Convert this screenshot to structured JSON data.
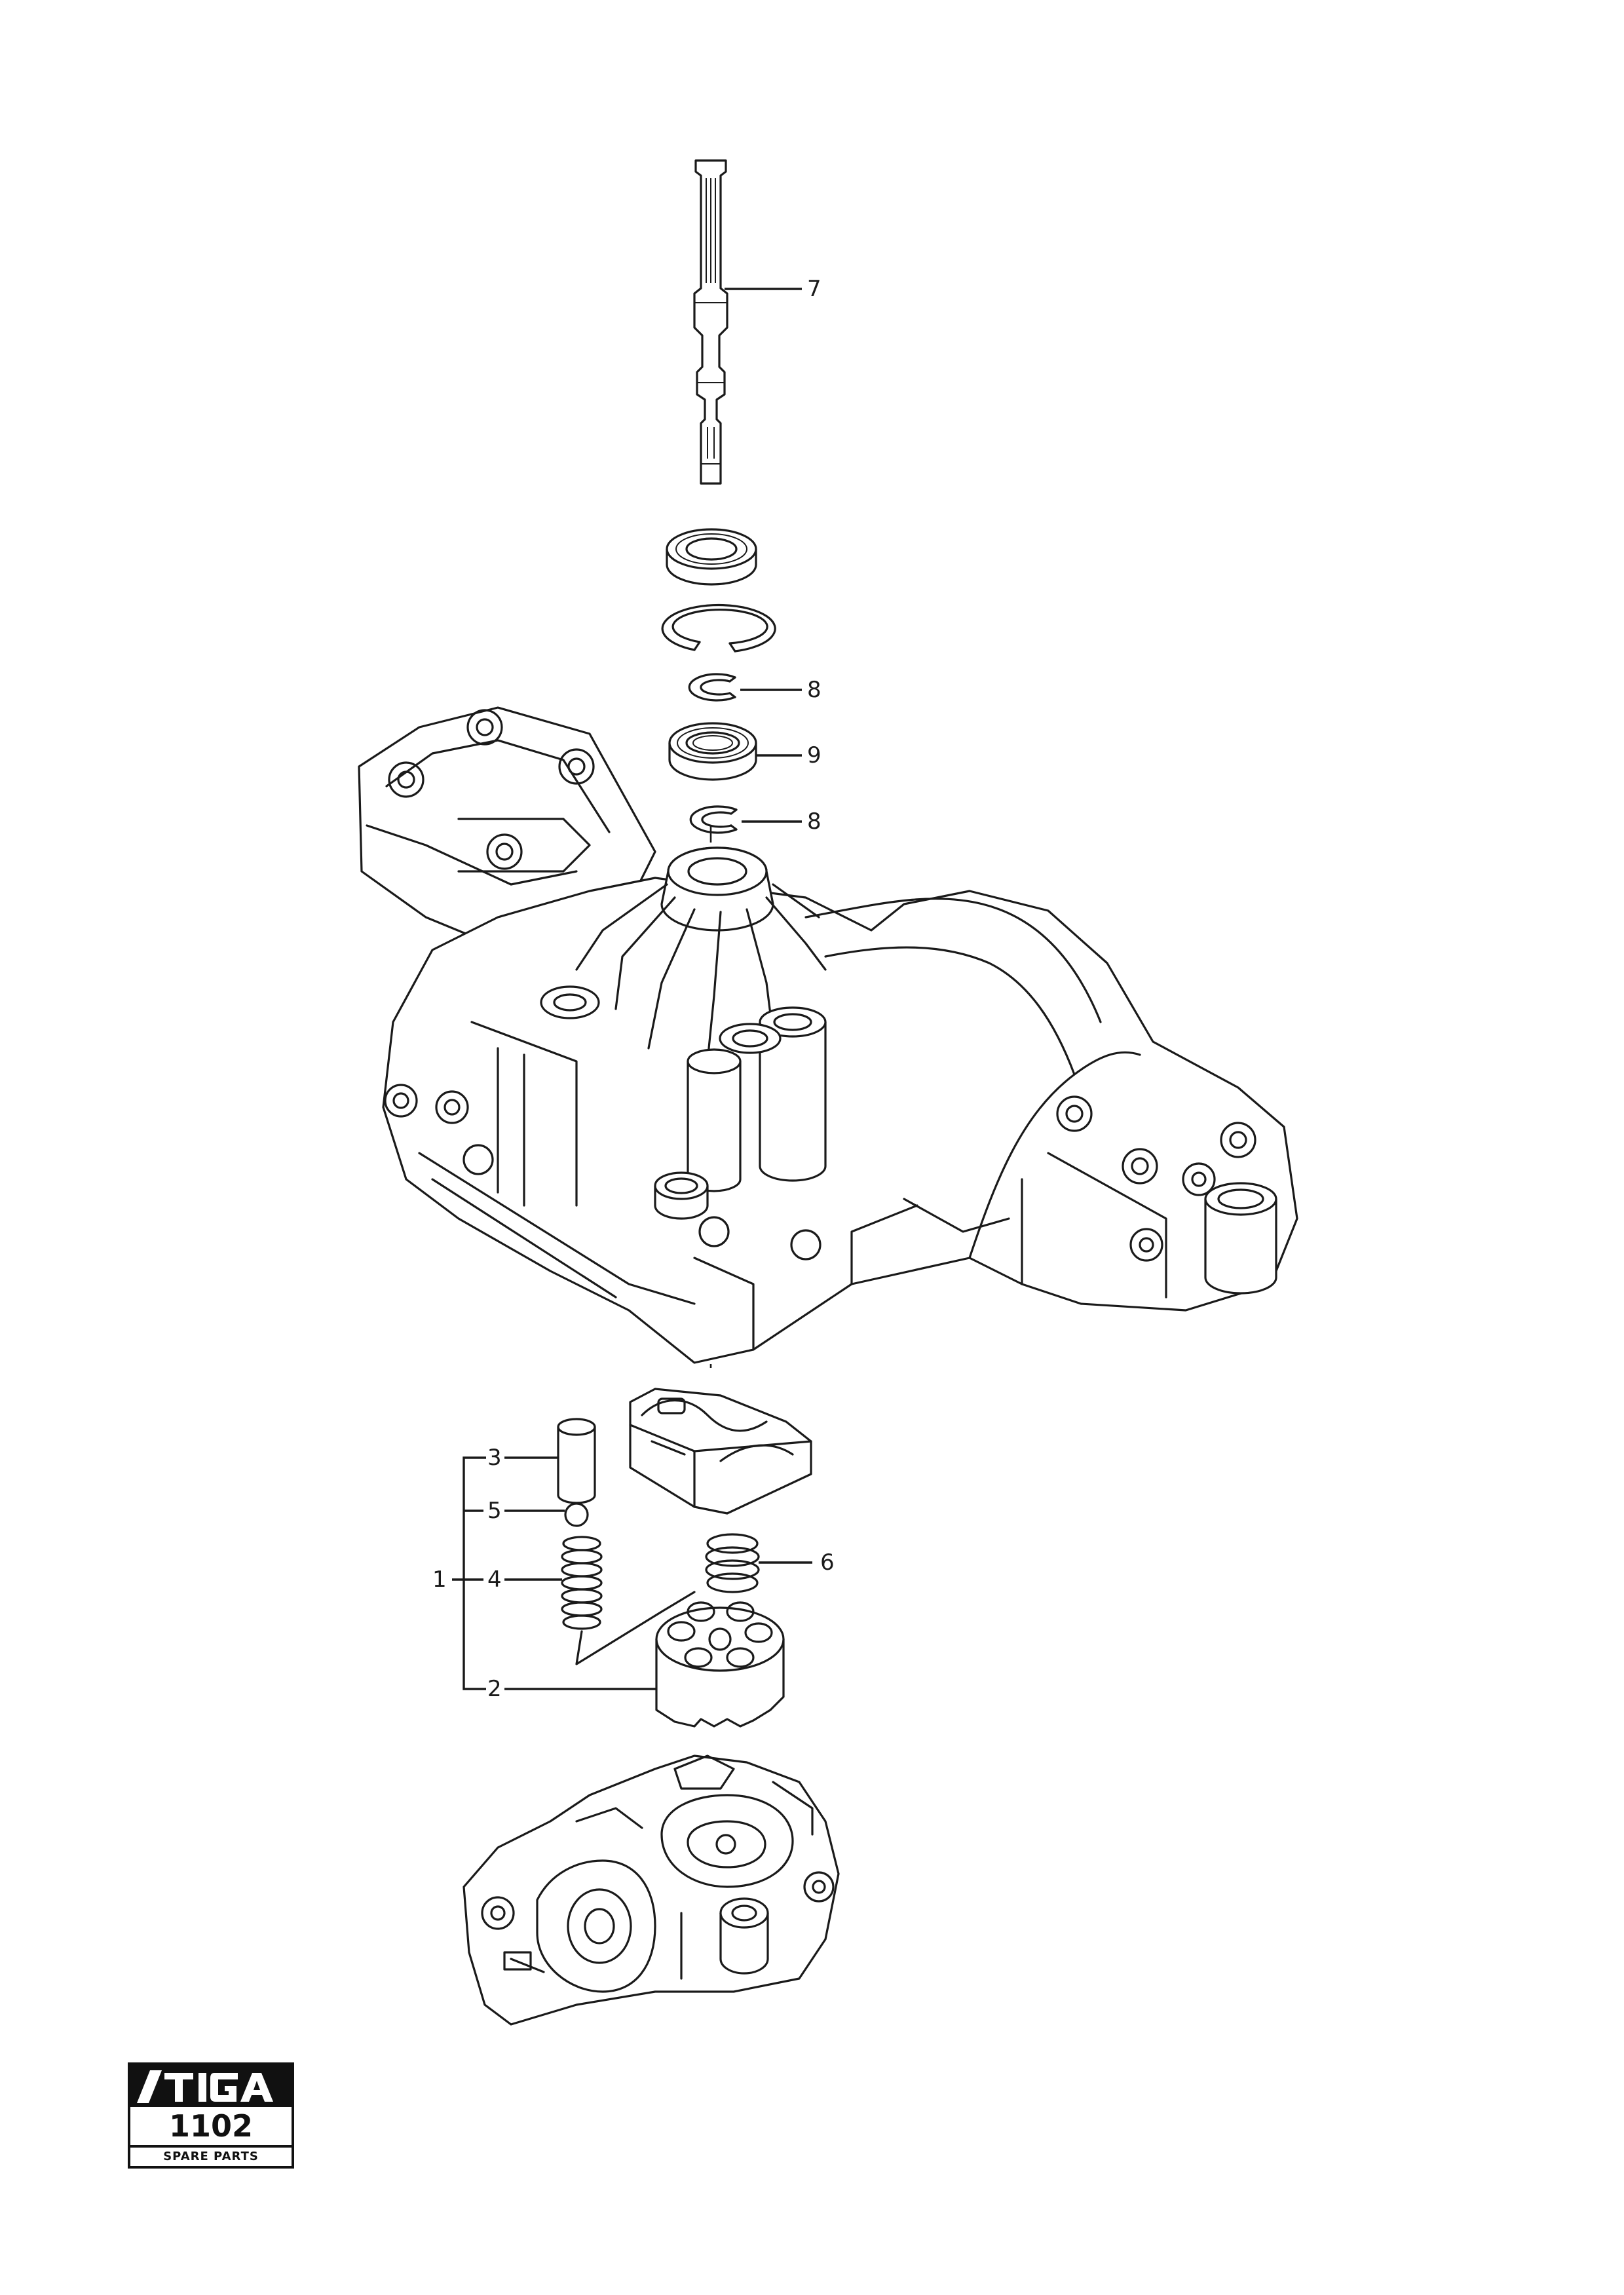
{
  "callouts": {
    "c7": "7",
    "c8a": "8",
    "c9": "9",
    "c8b": "8",
    "c3": "3",
    "c5": "5",
    "c1": "1",
    "c4": "4",
    "c6": "6",
    "c2": "2"
  },
  "badge": {
    "brand": "STIGA",
    "code": "1102",
    "subtitle": "SPARE PARTS"
  },
  "colors": {
    "ink": "#1a1a1a",
    "paper": "#ffffff"
  }
}
